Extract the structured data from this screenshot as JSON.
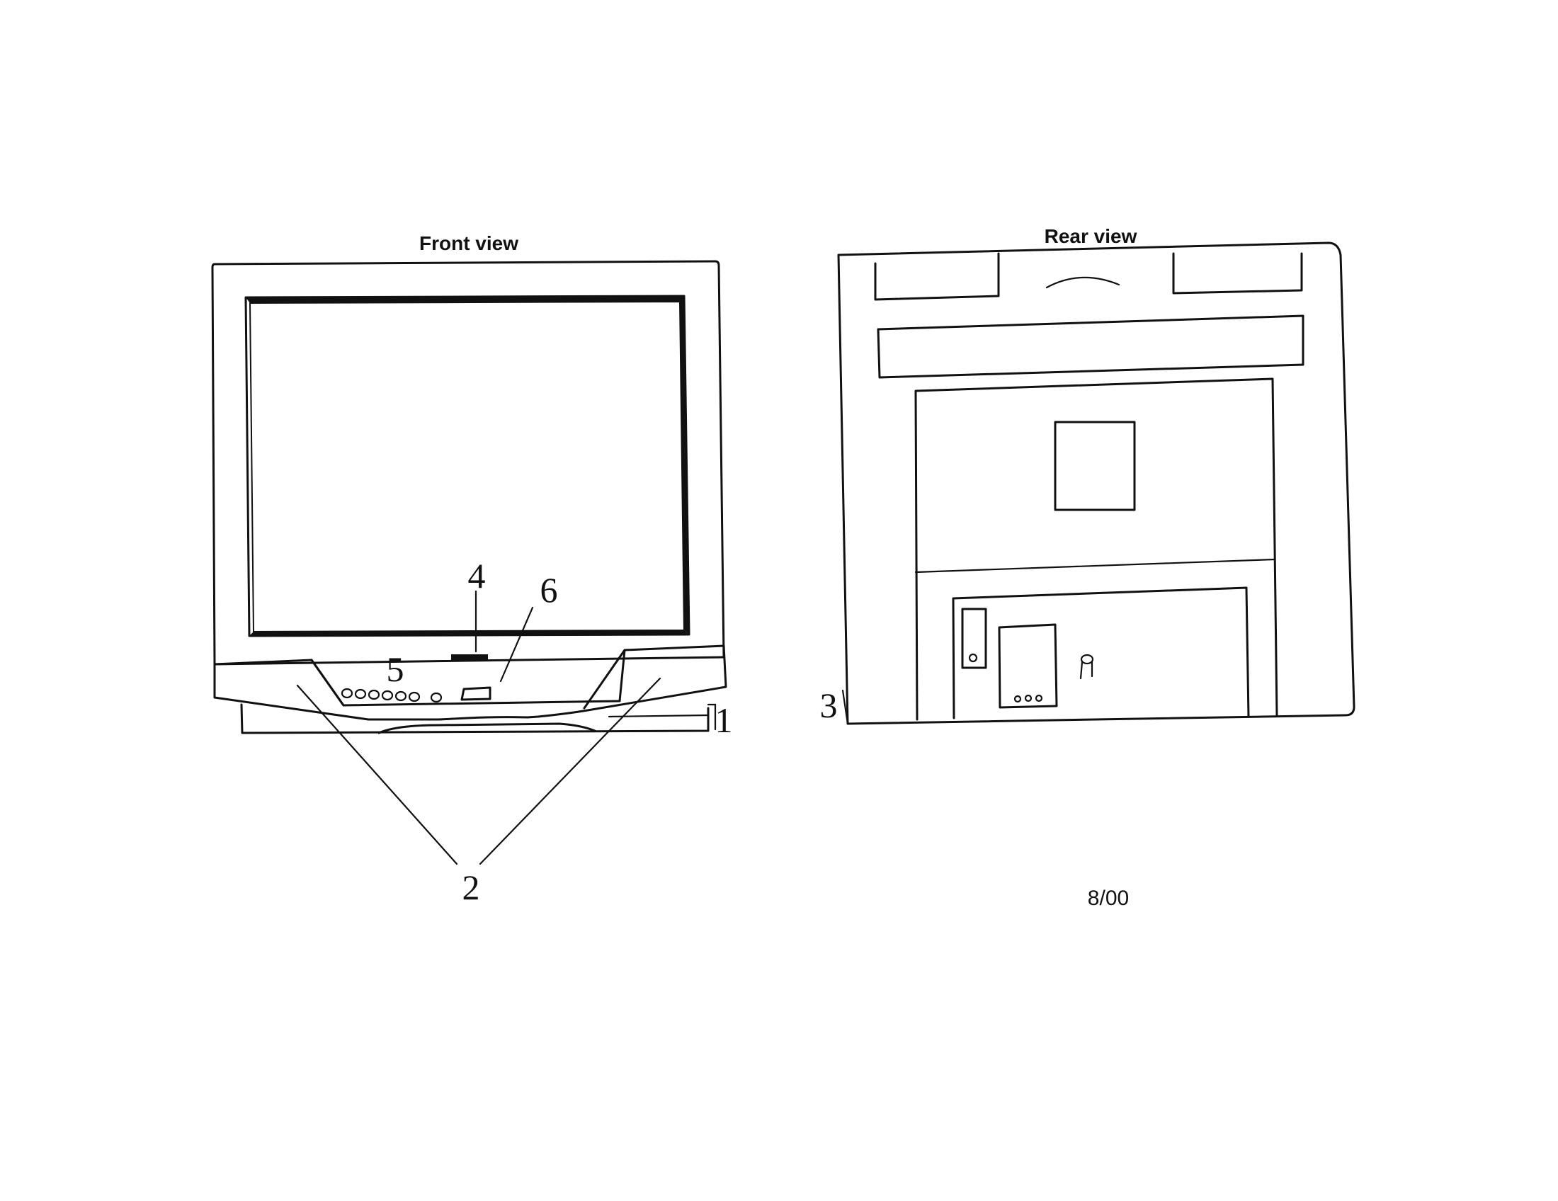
{
  "front": {
    "title": "Front view"
  },
  "rear": {
    "title": "Rear view"
  },
  "callouts": {
    "c1": "1",
    "c2": "2",
    "c3": "3",
    "c4": "4",
    "c5": "5",
    "c6": "6"
  },
  "footer": {
    "date": "8/00"
  }
}
